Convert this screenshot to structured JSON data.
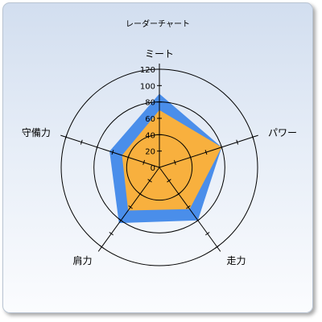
{
  "chart_data": {
    "type": "radar",
    "title": "レーダーチャート",
    "categories": [
      "ミート",
      "パワー",
      "走力",
      "肩力",
      "守備力"
    ],
    "rlim": [
      0,
      120
    ],
    "ticks": [
      0,
      20,
      40,
      60,
      80,
      100,
      120
    ],
    "grid_circles": [
      40,
      80,
      120
    ],
    "series": [
      {
        "values": [
          90,
          80,
          80,
          84,
          64
        ],
        "color": "#4a8eea"
      },
      {
        "values": [
          70,
          80,
          63,
          65,
          48
        ],
        "color": "#f8b03e"
      }
    ]
  }
}
